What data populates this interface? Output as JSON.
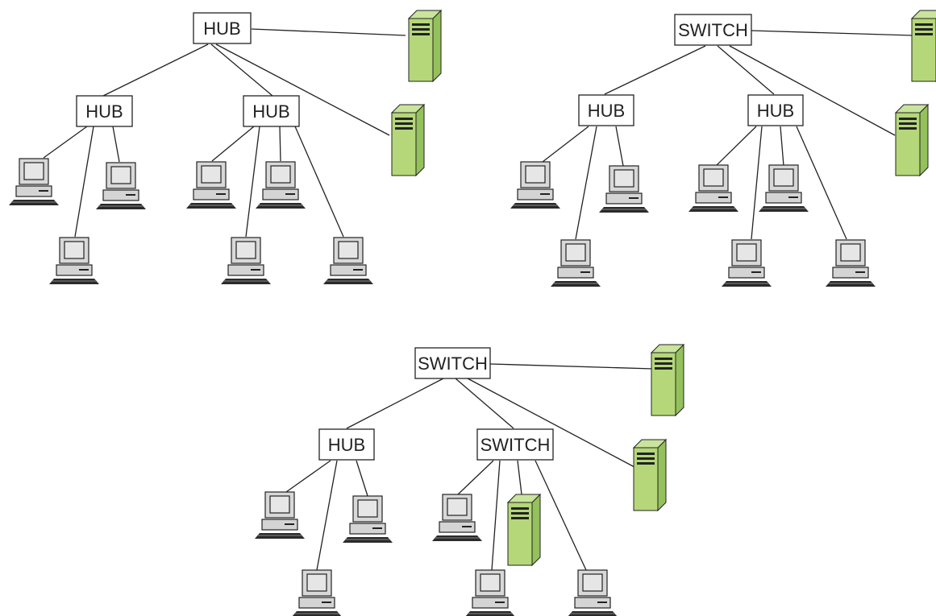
{
  "diagrams": [
    {
      "root": "HUB",
      "children": [
        "HUB",
        "HUB"
      ]
    },
    {
      "root": "SWITCH",
      "children": [
        "HUB",
        "HUB"
      ]
    },
    {
      "root": "SWITCH",
      "children": [
        "HUB",
        "SWITCH"
      ]
    }
  ],
  "colors": {
    "server_front": "#b5d77a",
    "server_side": "#94c15b",
    "server_top": "#c9e49c",
    "line": "#222222"
  },
  "icons": [
    "server-icon",
    "computer-icon"
  ]
}
